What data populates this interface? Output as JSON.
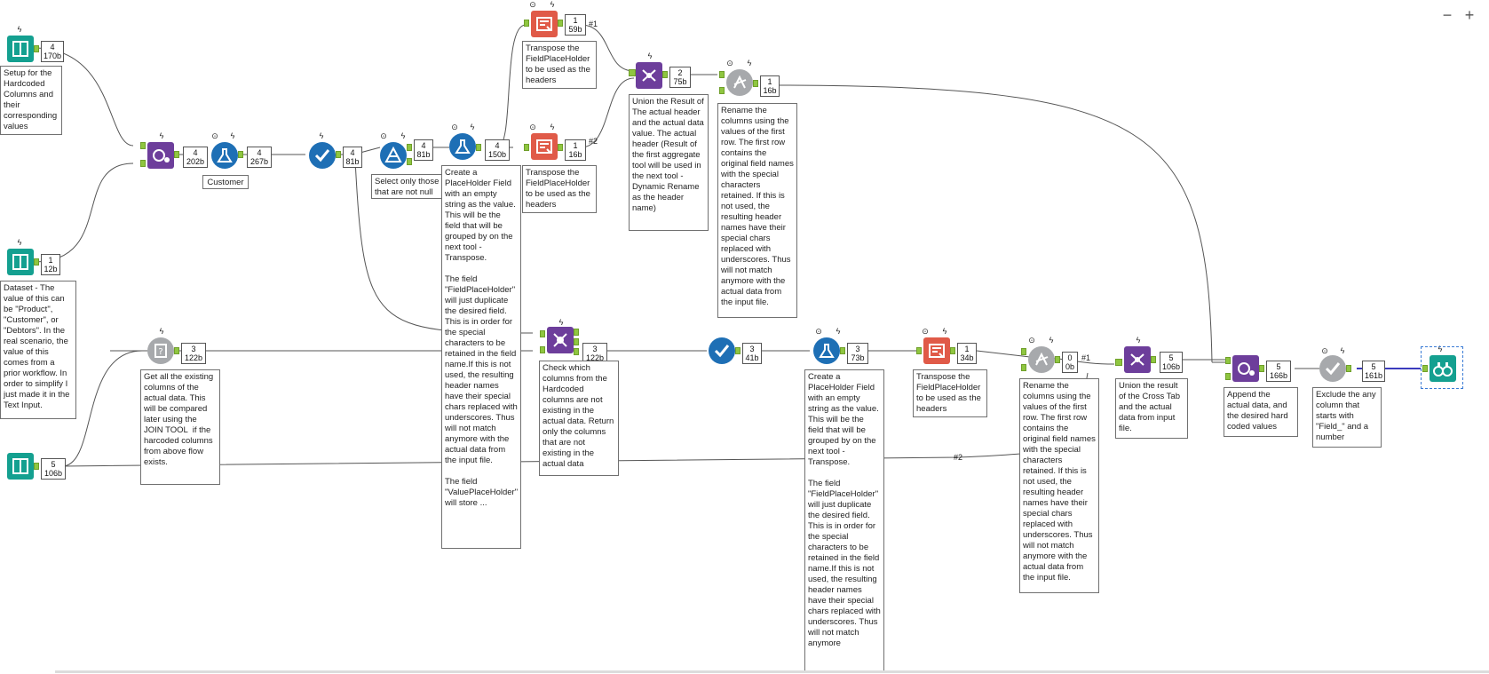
{
  "canvas": {
    "zoom_out": "−",
    "zoom_in": "+"
  },
  "colors": {
    "input": "#14a090",
    "developer": "#6d3e9b",
    "preparation": "#1e6fb5",
    "transform": "#e05a48",
    "parse": "#a7a9ac",
    "anchor": "#8fc640",
    "wire": "#555555",
    "browse_wire": "#3b3bbd"
  },
  "tools": {
    "input_hardcoded": {
      "icon": "text-input-icon",
      "rec": "4",
      "size": "170b",
      "note": "Setup for the Hardcoded Columns and their corresponding values"
    },
    "input_dataset": {
      "icon": "text-input-icon",
      "rec": "1",
      "size": "12b",
      "note": "Dataset - The value of this can be \"Product\", \"Customer\", or \"Debtors\". In the real scenario, the value of this comes from a prior workflow. In order to simplify I just made it in the Text Input."
    },
    "input_actual": {
      "icon": "text-input-icon",
      "rec": "5",
      "size": "106b"
    },
    "dynamic_input": {
      "icon": "dynamic-input-icon",
      "rec": "4",
      "size": "202b"
    },
    "formula_customer": {
      "icon": "formula-icon",
      "rec": "4",
      "size": "267b",
      "caption": "Customer"
    },
    "select_1": {
      "icon": "select-icon",
      "rec": "4",
      "size": "81b"
    },
    "filter_notnull": {
      "icon": "filter-icon",
      "rec": "4",
      "size": "81b",
      "note": "Select only those that are not null"
    },
    "formula_placeholder_1": {
      "icon": "formula-icon",
      "rec": "4",
      "size": "150b",
      "note": "Create a PlaceHolder Field with an empty string as the value. This will be the field that will be grouped by on the next tool - Transpose.\n\nThe field \"FieldPlaceHolder\" will just duplicate the desired field. This is in order for the special characters to be retained in the field name.If this is not used, the resulting header names have their special chars replaced with underscores. Thus will not match anymore with the actual data from the input file.\n\nThe field \"ValuePlaceHolder\" will store ..."
    },
    "transpose_top": {
      "icon": "transpose-icon",
      "rec": "1",
      "size": "59b",
      "tag": "#1",
      "note": "Transpose the FieldPlaceHolder to be used as the headers"
    },
    "transpose_bottom": {
      "icon": "transpose-icon",
      "rec": "1",
      "size": "16b",
      "tag": "#2",
      "note": "Transpose the FieldPlaceHolder to be used as the headers"
    },
    "union_top": {
      "icon": "union-icon",
      "rec": "2",
      "size": "75b",
      "note": "Union the Result of The actual header and the actual data value. The actual header (Result of the first aggregate tool will be used in the next tool - Dynamic Rename as the header name)"
    },
    "dynamic_rename_top": {
      "icon": "dynamic-rename-icon",
      "rec": "1",
      "size": "16b",
      "note": "Rename the columns using the values of the first row. The first row contains the original field names with the special characters retained. If this is not used, the resulting header names have their special chars replaced with underscores. Thus will not match anymore with the actual data from the input file."
    },
    "field_info": {
      "icon": "field-info-icon",
      "rec": "3",
      "size": "122b",
      "note": "Get all the existing columns of the actual data. This will be compared later using the JOIN TOOL  if the harcoded columns from above flow exists."
    },
    "join": {
      "icon": "join-icon",
      "rec": "3",
      "size": "122b",
      "note": "Check which columns from the Hardcoded columns are not existing in the actual data. Return only the columns that are not existing in the actual data"
    },
    "select_2": {
      "icon": "select-icon",
      "rec": "3",
      "size": "41b"
    },
    "formula_placeholder_2": {
      "icon": "formula-icon",
      "rec": "3",
      "size": "73b",
      "note": "Create a PlaceHolder Field with an empty string as the value. This will be the field that will be grouped by on the next tool - Transpose.\n\nThe field \"FieldPlaceHolder\" will just duplicate the desired field. This is in order for the special characters to be retained in the field name.If this is not used, the resulting header names have their special chars replaced with underscores. Thus will not match anymore"
    },
    "transpose_lower": {
      "icon": "transpose-icon",
      "rec": "1",
      "size": "34b",
      "note": "Transpose the FieldPlaceHolder to be used as the headers"
    },
    "dynamic_rename_lower": {
      "icon": "dynamic-rename-icon",
      "rec": "0",
      "size": "0b",
      "tag": "#1",
      "note": "Rename the columns using the values of the first row. The first row contains the original field names with the special characters retained. If this is not used, the resulting header names have their special chars replaced with underscores. Thus will not match anymore with the actual data from the input file."
    },
    "union_lower": {
      "icon": "union-icon",
      "rec": "5",
      "size": "106b",
      "note": "Union the result of the Cross Tab and the actual data from input file."
    },
    "append_fields": {
      "icon": "append-fields-icon",
      "rec": "5",
      "size": "166b",
      "note": "Append the actual data, and the desired hard coded values"
    },
    "dynamic_select": {
      "icon": "dynamic-select-icon",
      "rec": "5",
      "size": "161b",
      "note": "Exclude the any column that starts with \"Field_\" and a number"
    },
    "browse": {
      "icon": "browse-icon"
    }
  },
  "wire_tags": {
    "join_to_union": "#2"
  }
}
